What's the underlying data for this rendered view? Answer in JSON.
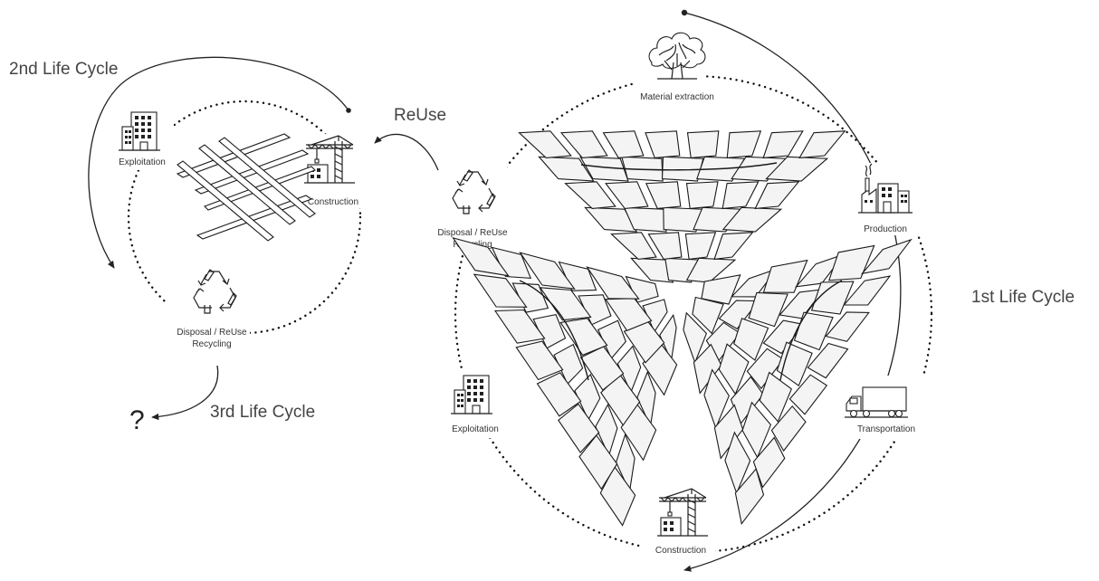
{
  "first_cycle": {
    "title": "1st Life Cycle",
    "stages": {
      "material": "Material extraction",
      "production": "Production",
      "transportation": "Transportation",
      "construction": "Construction",
      "exploitation": "Exploitation",
      "disposal_line1": "Disposal / ReUse",
      "disposal_line2": "Recycling"
    }
  },
  "reuse_label": "ReUse",
  "second_cycle": {
    "title": "2nd Life Cycle",
    "stages": {
      "exploitation": "Exploitation",
      "construction": "Construction",
      "disposal_line1": "Disposal / ReUse",
      "disposal_line2": "Recycling"
    }
  },
  "third_cycle": {
    "title": "3rd Life Cycle",
    "question": "?"
  },
  "icons": [
    "tree-icon",
    "factory-icon",
    "truck-icon",
    "crane-icon",
    "building-icon",
    "recycle-icon",
    "gridshell-icon",
    "timber-grid-icon"
  ]
}
